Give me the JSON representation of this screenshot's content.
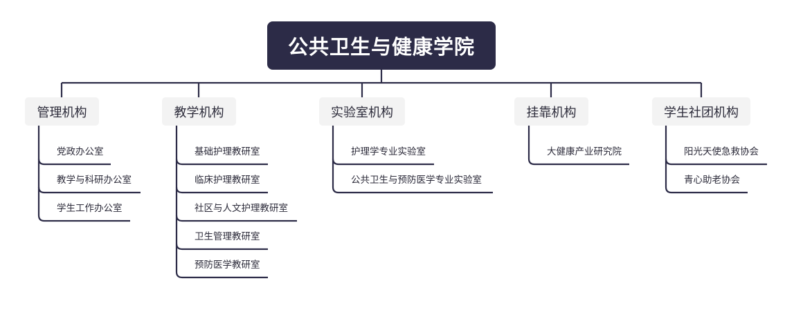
{
  "root": {
    "title": "公共卫生与健康学院"
  },
  "branches": [
    {
      "label": "管理机构",
      "children": [
        "党政办公室",
        "教学与科研办公室",
        "学生工作办公室"
      ]
    },
    {
      "label": "教学机构",
      "children": [
        "基础护理教研室",
        "临床护理教研室",
        "社区与人文护理教研室",
        "卫生管理教研室",
        "预防医学教研室"
      ]
    },
    {
      "label": "实验室机构",
      "children": [
        "护理学专业实验室",
        "公共卫生与预防医学专业实验室"
      ]
    },
    {
      "label": "挂靠机构",
      "children": [
        "大健康产业研究院"
      ]
    },
    {
      "label": "学生社团机构",
      "children": [
        "阳光天使急救协会",
        "青心助老协会"
      ]
    }
  ],
  "colors": {
    "root_bg": "#2c2b47",
    "line": "#2c2b47",
    "branch_bg": "#f3f3f3"
  }
}
